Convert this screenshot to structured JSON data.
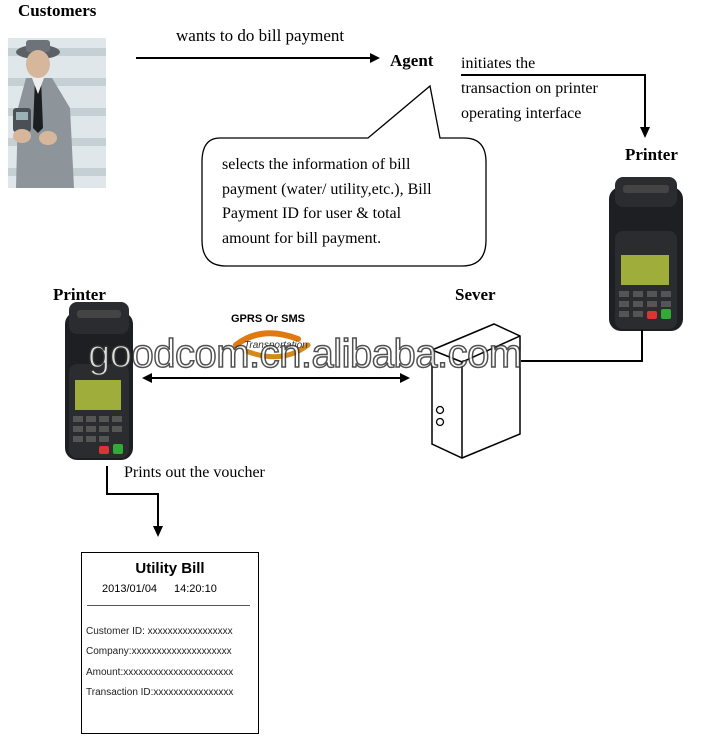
{
  "nodes": {
    "customers": "Customers",
    "agent": "Agent",
    "printer_right": "Printer",
    "printer_left": "Printer",
    "server": "Sever"
  },
  "edges": {
    "customer_to_agent": "wants to do bill payment",
    "agent_to_printer": [
      "initiates the",
      "transaction on printer",
      "operating interface"
    ],
    "printer_to_voucher": "Prints out the voucher",
    "link_label": "GPRS Or SMS",
    "link_sub": "Transportation"
  },
  "speech_bubble": [
    "selects the information of bill",
    "payment (water/ utility,etc.), Bill",
    "Payment ID for user & total",
    "amount for bill payment."
  ],
  "voucher": {
    "title": "Utility Bill",
    "date": "2013/01/04",
    "time": "14:20:10",
    "rows": [
      "Customer ID: xxxxxxxxxxxxxxxxx",
      "Company:xxxxxxxxxxxxxxxxxxxx",
      "Amount:xxxxxxxxxxxxxxxxxxxxxx",
      "Transaction ID:xxxxxxxxxxxxxxxx"
    ]
  },
  "watermark": "goodcom.cn.alibaba.com",
  "icons": [
    "customer-photo",
    "printer-device-icon",
    "server-icon"
  ]
}
